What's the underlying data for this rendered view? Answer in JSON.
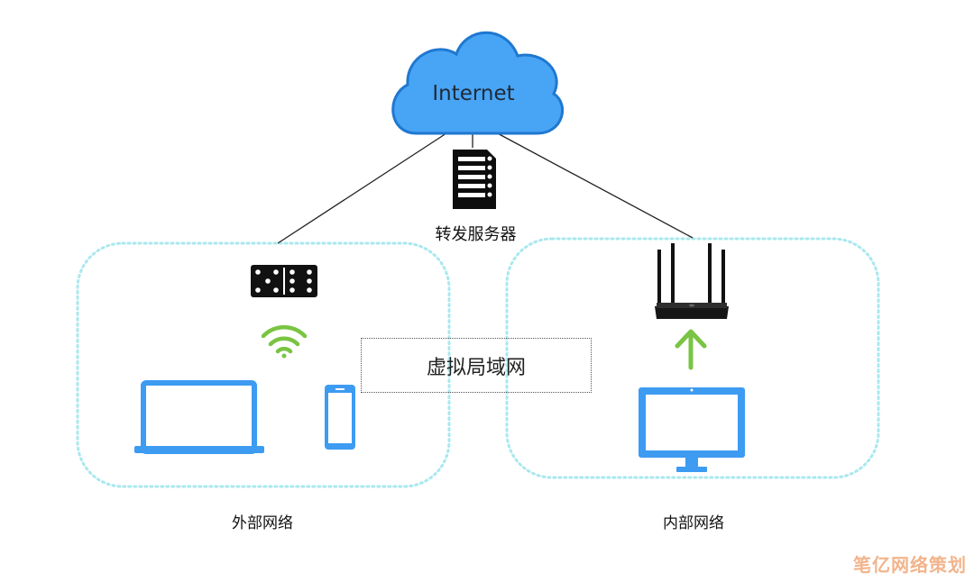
{
  "cloud": {
    "label": "Internet"
  },
  "server": {
    "label": "转发服务器"
  },
  "vlan": {
    "label": "虚拟局域网"
  },
  "networks": {
    "external": "外部网络",
    "internal": "内部网络"
  },
  "watermark": {
    "text": "笔亿网络策划"
  },
  "icons": [
    "cloud-icon",
    "server-icon",
    "domino-icon",
    "wifi-icon",
    "laptop-icon",
    "phone-icon",
    "router-icon",
    "arrow-up-icon",
    "monitor-icon"
  ],
  "colors": {
    "cloud": "#48a4f5",
    "device": "#3d9bf2",
    "zone_border": "#a9e8ee",
    "accent_green": "#7ac443",
    "watermark": "#f2b48c"
  }
}
